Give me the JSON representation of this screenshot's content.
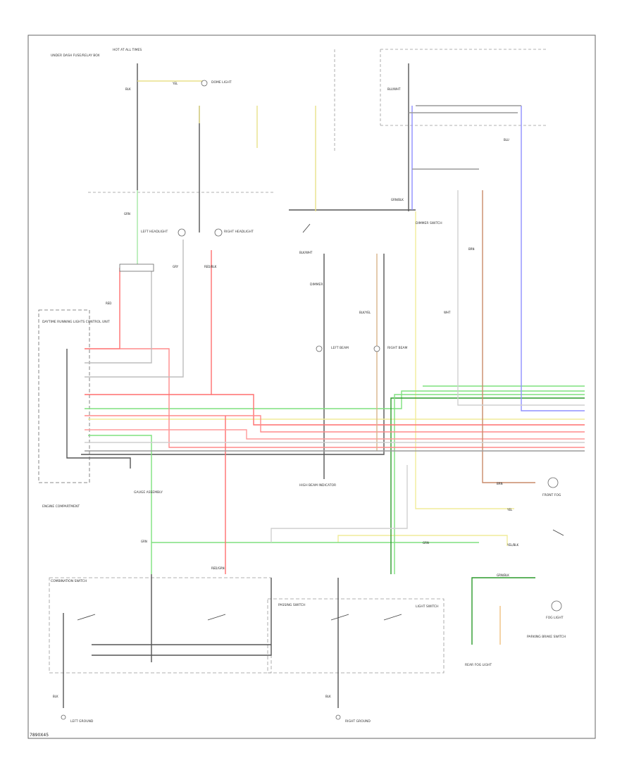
{
  "colors": {
    "black": "#333333",
    "gray": "#8a8a8a",
    "red": "#ff6f6f",
    "pink": "#ff8a8a",
    "green": "#7ee07e",
    "dark_green": "#2a9a2a",
    "yellow": "#f1ec9a",
    "blue": "#8f8fff",
    "brown": "#c98a6a",
    "tan": "#d9b48a",
    "orange": "#f0c080",
    "light_gray": "#d0d0d0"
  },
  "labels": {
    "under_dash_box": "UNDER DASH FUSE/RELAY BOX",
    "hot_all_times": "HOT AT ALL TIMES",
    "dimmer_switch": "DIMMER SWITCH",
    "dome_light": "DOME LIGHT",
    "left_hinge": "LEFT HEADLIGHT",
    "right_hinge": "RIGHT HEADLIGHT",
    "daytime_relay": "DAYTIME RUNNING LIGHTS CONTROL UNIT",
    "left_beam": "LEFT BEAM",
    "right_beam": "RIGHT BEAM",
    "front_fog": "FRONT FOG",
    "high_beam_ind": "HIGH BEAM INDICATOR",
    "combination_switch": "COMBINATION SWITCH",
    "passing_switch": "PASSING SWITCH",
    "light_switch": "LIGHT SWITCH",
    "parking_brake": "PARKING BRAKE SWITCH",
    "gauge_assembly": "GAUGE ASSEMBLY",
    "left_ground": "LEFT GROUND",
    "right_ground": "RIGHT GROUND",
    "fog_light": "FOG LIGHT",
    "rear_fog_light": "REAR FOG LIGHT",
    "engine_comp": "ENGINE COMPARTMENT",
    "dimmer": "DIMMER",
    "footer": "7890X45"
  },
  "wires": {
    "blk": "BLK",
    "red": "RED",
    "grn": "GRN",
    "yel": "YEL",
    "blu": "BLU",
    "brn": "BRN",
    "wht": "WHT",
    "gry": "GRY",
    "blk_wht": "BLK/WHT",
    "red_blk": "RED/BLK",
    "grn_blk": "GRN/BLK",
    "yel_blk": "YEL/BLK",
    "blu_wht": "BLU/WHT",
    "red_grn": "RED/GRN",
    "blk_yel": "BLK/YEL"
  }
}
